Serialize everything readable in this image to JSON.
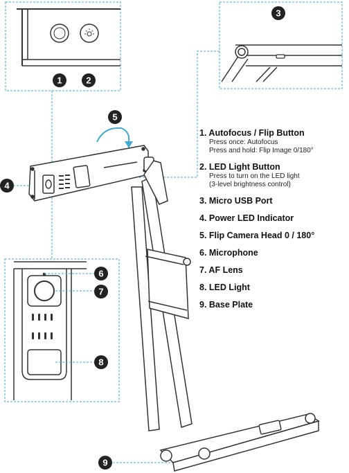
{
  "badges": [
    "1",
    "2",
    "3",
    "4",
    "5",
    "6",
    "7",
    "8",
    "9"
  ],
  "legend": [
    {
      "title": "1. Autofocus / Flip Button",
      "lines": [
        "Press once: Autofocus",
        "Press and hold: Flip Image 0/180°"
      ]
    },
    {
      "title": "2. LED Light Button",
      "lines": [
        "Press to turn on the LED light",
        "(3-level brightness control)"
      ]
    },
    {
      "title": "3. Micro USB Port",
      "lines": []
    },
    {
      "title": "4. Power LED Indicator",
      "lines": []
    },
    {
      "title": "5. Flip Camera Head 0 / 180°",
      "lines": []
    },
    {
      "title": "6. Microphone",
      "lines": []
    },
    {
      "title": "7. AF Lens",
      "lines": []
    },
    {
      "title": "8. LED Light",
      "lines": []
    },
    {
      "title": "9. Base Plate",
      "lines": []
    }
  ],
  "colors": {
    "callout": "#3fa9d0",
    "badge": "#222222",
    "line": "#333333"
  }
}
